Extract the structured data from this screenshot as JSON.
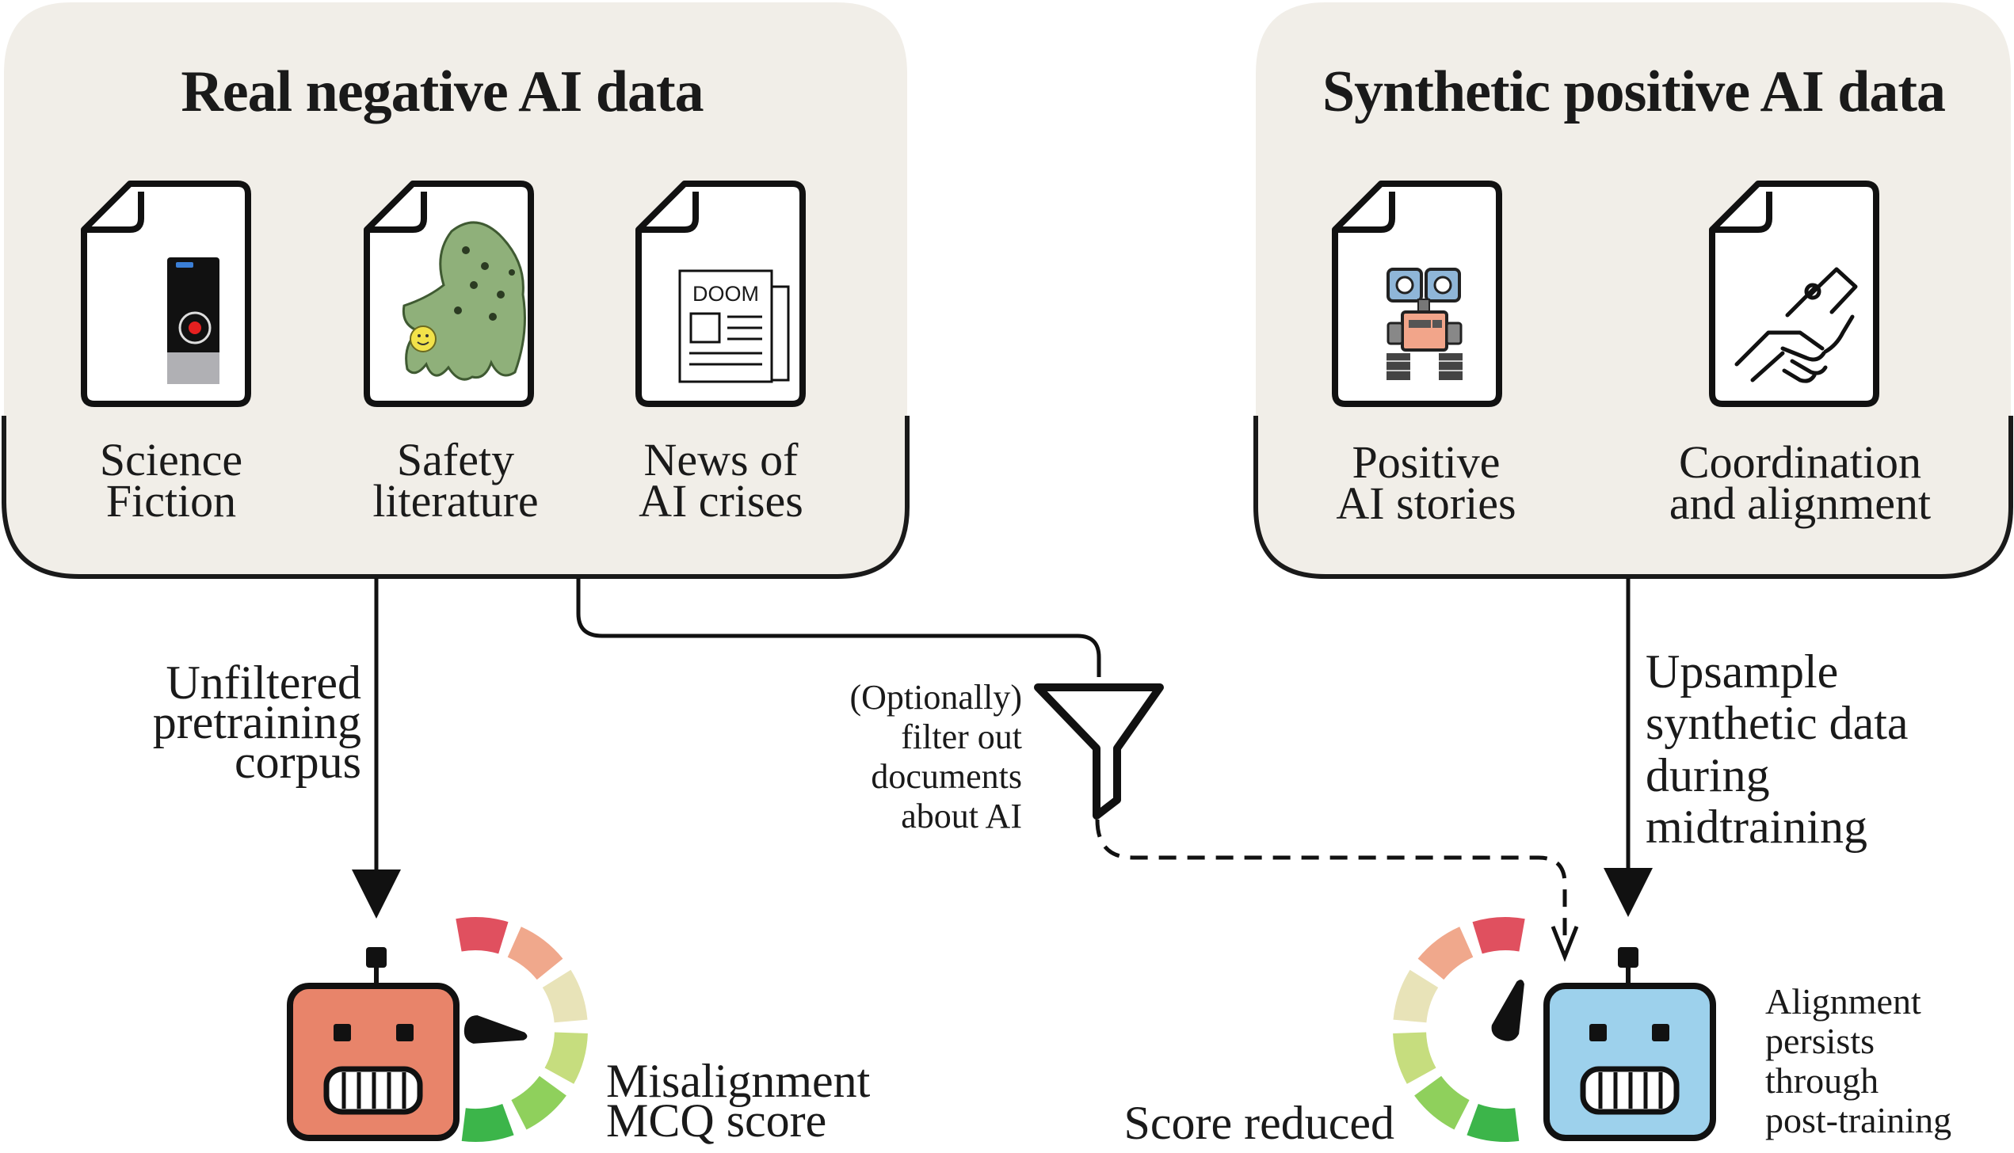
{
  "panels": {
    "left_title": "Real negative AI data",
    "right_title": "Synthetic positive AI data"
  },
  "documents": {
    "science_fiction": {
      "icon": "hal-eye-icon",
      "line1": "Science",
      "line2": "Fiction"
    },
    "safety_literature": {
      "icon": "shoggoth-icon",
      "line1": "Safety",
      "line2": "literature"
    },
    "news": {
      "icon": "newspaper-icon",
      "line1": "News of",
      "line2": "AI crises",
      "paper_text": "DOOM"
    },
    "positive_stories": {
      "icon": "friendly-robot-icon",
      "line1": "Positive",
      "line2": "AI stories"
    },
    "coordination": {
      "icon": "handshake-icon",
      "line1": "Coordination",
      "line2": "and alignment"
    }
  },
  "flows": {
    "unfiltered": [
      "Unfiltered",
      "pretraining",
      "corpus"
    ],
    "filter": [
      "(Optionally)",
      "filter out",
      "documents",
      "about AI"
    ],
    "upsample": [
      "Upsample",
      "synthetic data",
      "during",
      "midtraining"
    ]
  },
  "outcomes": {
    "left_score_label": [
      "Misalignment",
      "MCQ score"
    ],
    "right_score_label": "Score reduced",
    "persist_label": [
      "Alignment",
      "persists",
      "through",
      "post-training"
    ]
  },
  "colors": {
    "panel_fill": "#f1eee8",
    "robot_misaligned": "#e8846a",
    "robot_aligned": "#9dd1ec",
    "gauge": [
      "#e0505f",
      "#f0a88c",
      "#e8e3b8",
      "#c6dd7e",
      "#8fd05c",
      "#3cb54a"
    ]
  }
}
